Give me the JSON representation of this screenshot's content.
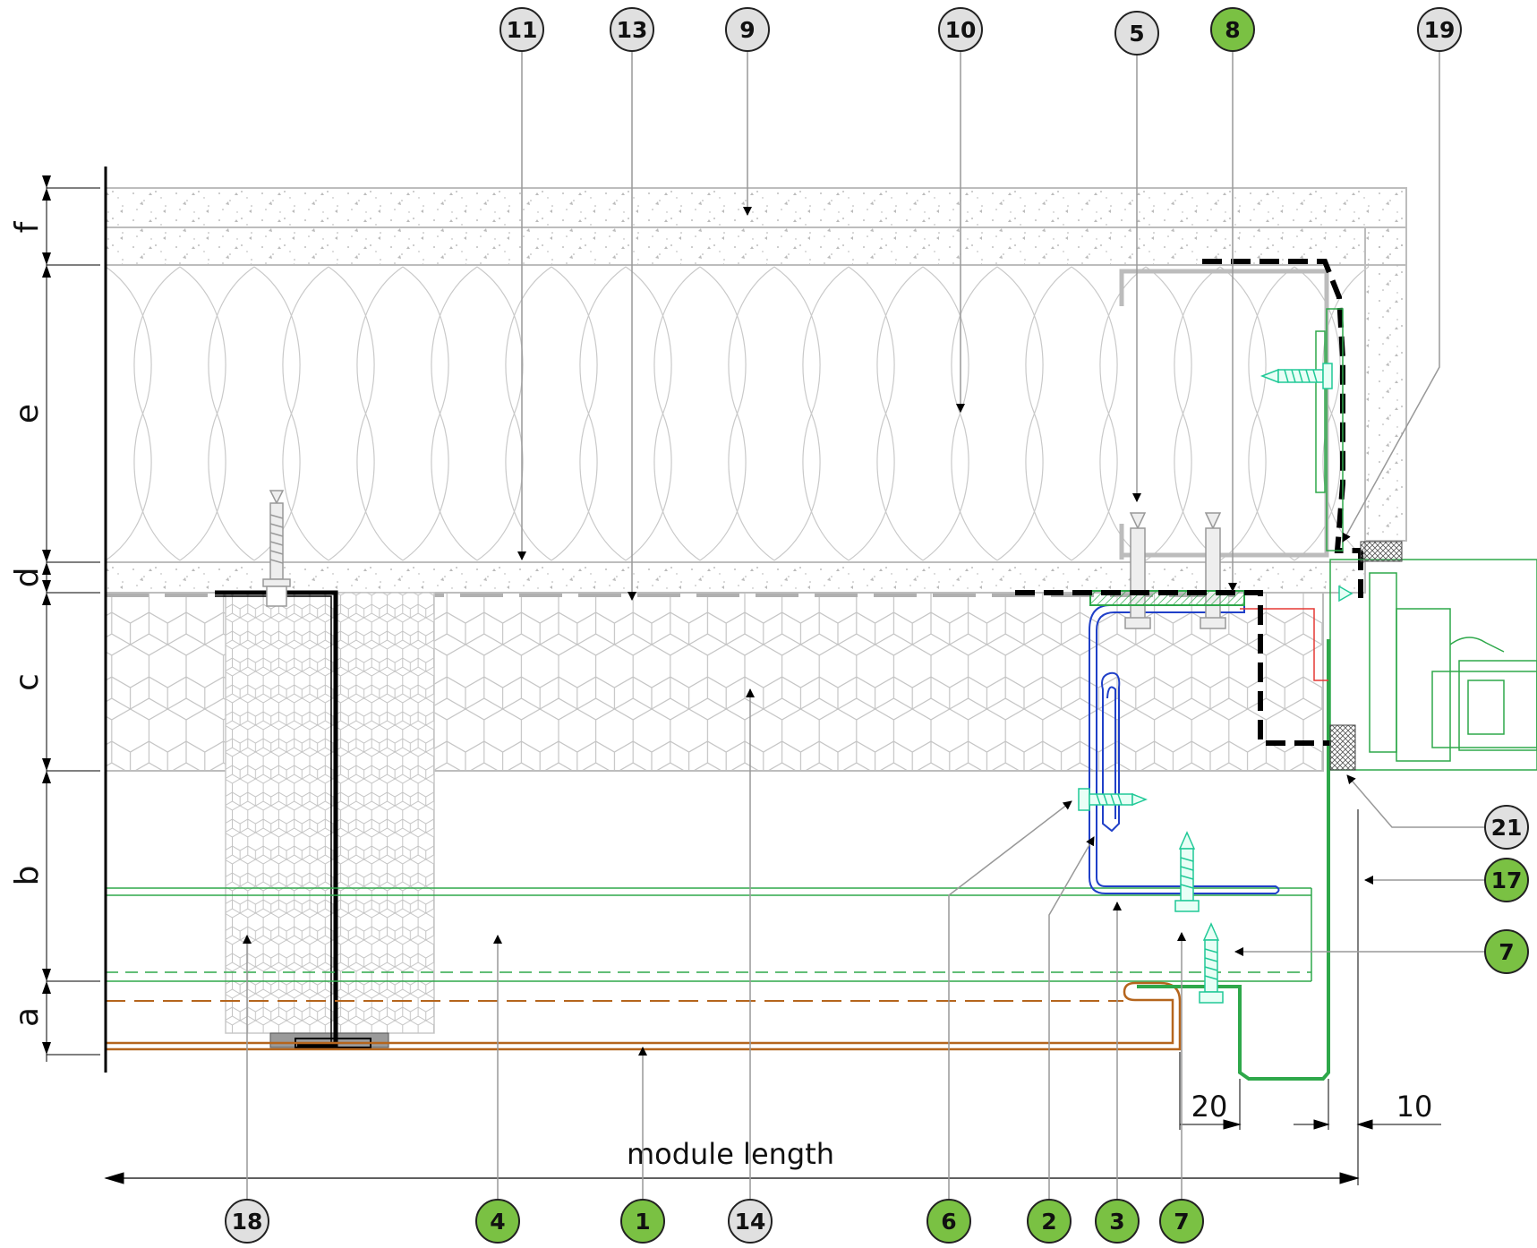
{
  "dimension_labels": [
    "f",
    "e",
    "d",
    "c",
    "b",
    "a"
  ],
  "module_length_label": "module length",
  "dim_20": "20",
  "dim_10": "10",
  "callouts": [
    {
      "id": "c11",
      "label": "11",
      "green": false
    },
    {
      "id": "c13",
      "label": "13",
      "green": false
    },
    {
      "id": "c9",
      "label": "9",
      "green": false
    },
    {
      "id": "c10",
      "label": "10",
      "green": false
    },
    {
      "id": "c5",
      "label": "5",
      "green": false
    },
    {
      "id": "c8",
      "label": "8",
      "green": true
    },
    {
      "id": "c19",
      "label": "19",
      "green": false
    },
    {
      "id": "c21",
      "label": "21",
      "green": false
    },
    {
      "id": "c17",
      "label": "17",
      "green": true
    },
    {
      "id": "c7r",
      "label": "7",
      "green": true
    },
    {
      "id": "c18",
      "label": "18",
      "green": false
    },
    {
      "id": "c4",
      "label": "4",
      "green": true
    },
    {
      "id": "c1",
      "label": "1",
      "green": true
    },
    {
      "id": "c14",
      "label": "14",
      "green": false
    },
    {
      "id": "c6",
      "label": "6",
      "green": true
    },
    {
      "id": "c2",
      "label": "2",
      "green": true
    },
    {
      "id": "c3",
      "label": "3",
      "green": true
    },
    {
      "id": "c7b",
      "label": "7",
      "green": true
    }
  ],
  "colors": {
    "callout_green": "#7ac143",
    "callout_grey": "#e0e0e0",
    "outline_grey": "#b8b8b8",
    "cladding_brown": "#b5651d",
    "bracket_blue": "#2040c8",
    "frame_green": "#2ea84a",
    "screw_teal": "#20c997",
    "membrane_black": "#000000"
  }
}
